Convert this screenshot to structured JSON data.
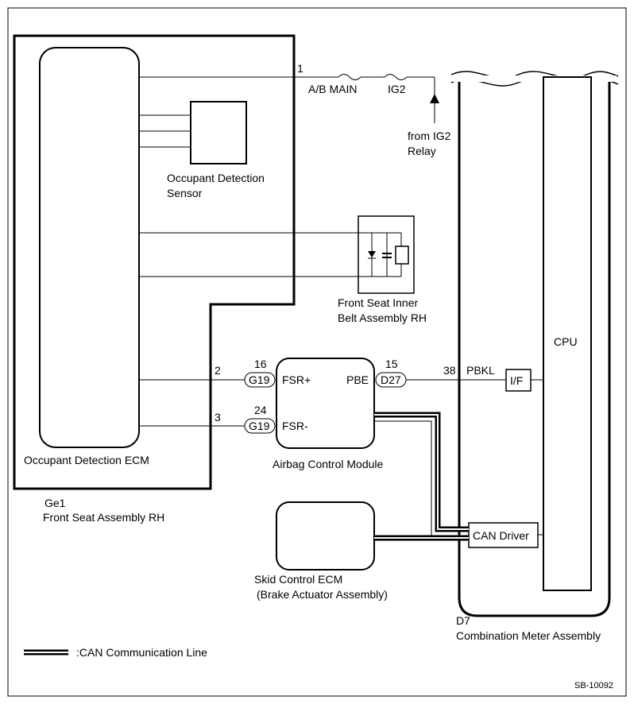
{
  "labels": {
    "occupant_detection_sensor_1": "Occupant Detection",
    "occupant_detection_sensor_2": "Sensor",
    "front_seat_belt_1": "Front Seat Inner",
    "front_seat_belt_2": "Belt Assembly RH",
    "occupant_detection_ecm": "Occupant Detection ECM",
    "ge1": "Ge1",
    "front_seat_assembly": "Front Seat Assembly RH",
    "airbag_control_module": "Airbag Control Module",
    "skid_control_ecm_1": "Skid Control ECM",
    "skid_control_ecm_2": "(Brake Actuator Assembly)",
    "d7": "D7",
    "combination_meter": "Combination Meter Assembly",
    "cpu": "CPU",
    "can_driver": "CAN Driver",
    "if": "I/F",
    "ab_main": "A/B MAIN",
    "ig2": "IG2",
    "from_ig2_1": "from IG2",
    "from_ig2_2": "Relay",
    "legend_can": ":CAN Communication Line",
    "code": "SB-10092"
  },
  "pins": {
    "pin_1": "1",
    "pin_2": "2",
    "pin_3": "3",
    "pin_16": "16",
    "pin_24": "24",
    "pin_15": "15",
    "pin_38": "38",
    "pbkl": "PBKL",
    "fsr_plus": "FSR+",
    "fsr_minus": "FSR-",
    "pbe": "PBE"
  },
  "connectors": {
    "g19_a": "G19",
    "g19_b": "G19",
    "d27": "D27"
  }
}
